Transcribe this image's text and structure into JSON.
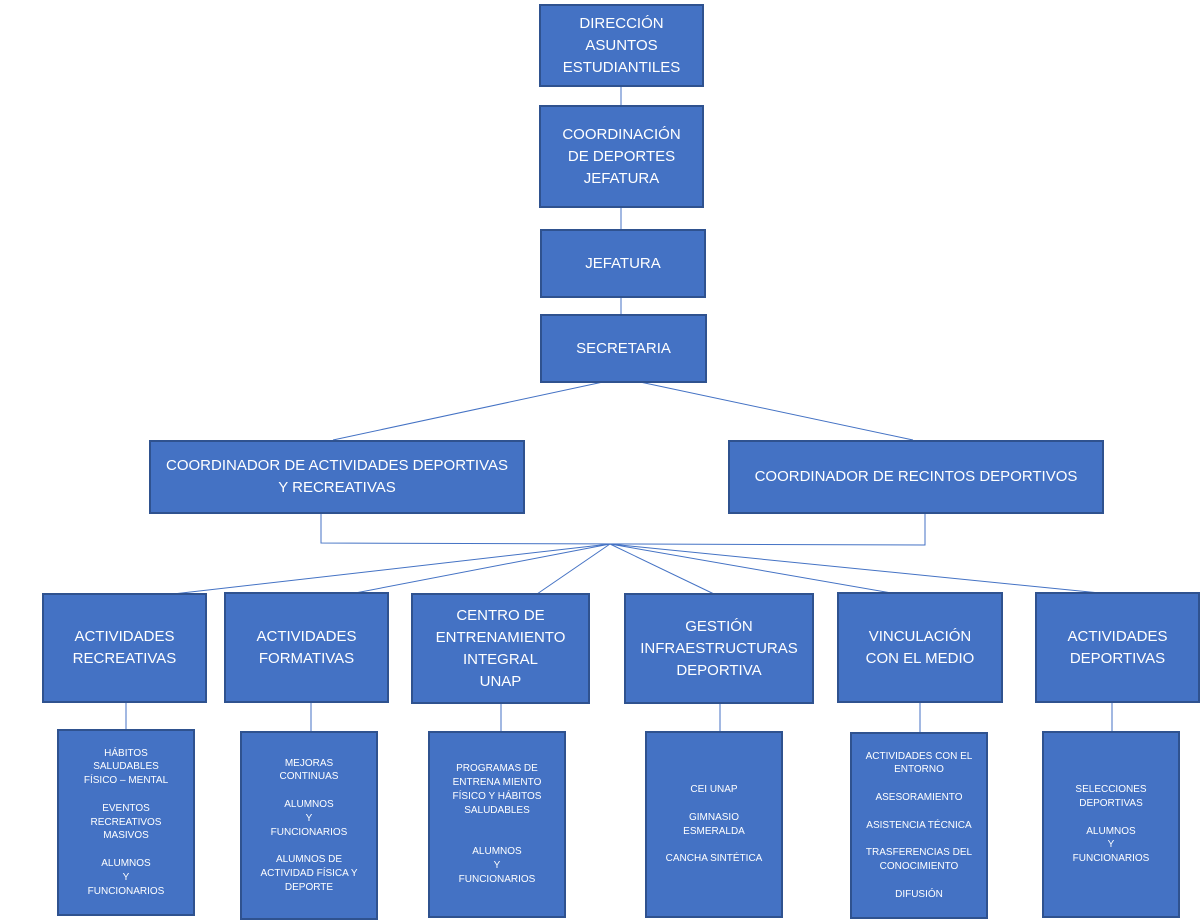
{
  "colors": {
    "box_fill": "#4472c4",
    "box_border": "#2f528f",
    "connector": "#4472c4",
    "text": "#ffffff"
  },
  "top": {
    "direccion": "DIRECCIÓN\nASUNTOS\nESTUDIANTILES",
    "coordinacion": "COORDINACIÓN\nDE DEPORTES\nJEFATURA",
    "jefatura": "JEFATURA",
    "secretaria": "SECRETARIA"
  },
  "coordinators": {
    "actividades": "COORDINADOR DE ACTIVIDADES DEPORTIVAS\nY RECREATIVAS",
    "recintos": "COORDINADOR DE RECINTOS DEPORTIVOS"
  },
  "areas": [
    {
      "title": "ACTIVIDADES\nRECREATIVAS",
      "detail": "HÁBITOS\nSALUDABLES\nFÍSICO – MENTAL\n\nEVENTOS\nRECREATIVOS\nMASIVOS\n\nALUMNOS\nY\nFUNCIONARIOS"
    },
    {
      "title": "ACTIVIDADES\nFORMATIVAS",
      "detail": "MEJORAS\nCONTINUAS\n\nALUMNOS\nY\nFUNCIONARIOS\n\nALUMNOS DE\nACTIVIDAD FÍSICA Y\nDEPORTE"
    },
    {
      "title": "CENTRO DE\nENTRENAMIENTO\nINTEGRAL\nUNAP",
      "detail": "PROGRAMAS DE\nENTRENA MIENTO\nFÍSICO Y HÁBITOS\nSALUDABLES\n\n\nALUMNOS\nY\nFUNCIONARIOS"
    },
    {
      "title": "GESTIÓN\nINFRAESTRUCTURAS\nDEPORTIVA",
      "detail": "CEI UNAP\n\nGIMNASIO\nESMERALDA\n\nCANCHA SINTÉTICA"
    },
    {
      "title": "VINCULACIÓN\nCON EL MEDIO",
      "detail": "ACTIVIDADES CON EL\nENTORNO\n\nASESORAMIENTO\n\nASISTENCIA TÉCNICA\n\nTRASFERENCIAS DEL\nCONOCIMIENTO\n\nDIFUSIÓN"
    },
    {
      "title": "ACTIVIDADES\nDEPORTIVAS",
      "detail": "SELECCIONES\nDEPORTIVAS\n\nALUMNOS\nY\nFUNCIONARIOS"
    }
  ]
}
